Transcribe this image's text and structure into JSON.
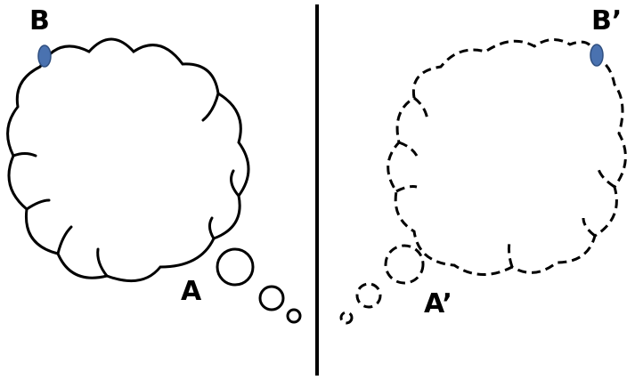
{
  "labels": {
    "left_top": "B",
    "left_bottom": "A",
    "right_top": "B’",
    "right_bottom": "A’"
  },
  "colors": {
    "stroke": "#000000",
    "marker": "#4a72b0",
    "marker_outline": "#2f4f80",
    "background": "#ffffff"
  },
  "panels": [
    {
      "side": "left",
      "outline_style": "solid"
    },
    {
      "side": "right",
      "outline_style": "dashed"
    }
  ]
}
